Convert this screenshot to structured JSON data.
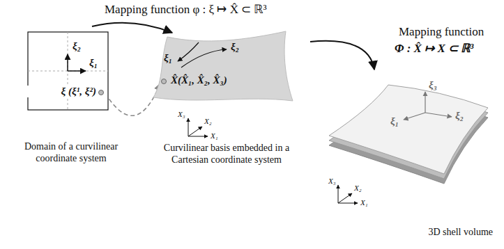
{
  "diagram": {
    "nodes": [
      {
        "text": [
          "ξ₂",
          "ξ₁",
          "ξ (ξ¹, ξ²)",
          "Domain of a curvilinear coordinate system"
        ]
      },
      {
        "text": [
          "ξ₁",
          "ξ₂",
          "X̂(X̂₁, X̂₂, X̂₃)",
          "Curvilinear basis embedded in a Cartesian coordinate system"
        ]
      },
      {
        "text": [
          "ξ₃",
          "ξ₂",
          "ξ₁",
          "3D shell volume"
        ]
      }
    ],
    "edges": [
      {
        "from": 0,
        "to": 1,
        "arrow": "to"
      },
      {
        "from": 1,
        "to": 2,
        "arrow": "to"
      },
      {
        "from": 0,
        "to": 1,
        "arrow": "to"
      }
    ],
    "labels": [
      "Mapping function φ : ξ ↦ X̂ ⊂ ℝ³",
      "Mapping function",
      "Φ : X̂ ↦ X ⊂ ℝ³",
      "X₃",
      "X₂",
      "X₁",
      "X₃",
      "X₂",
      "X₁"
    ]
  }
}
